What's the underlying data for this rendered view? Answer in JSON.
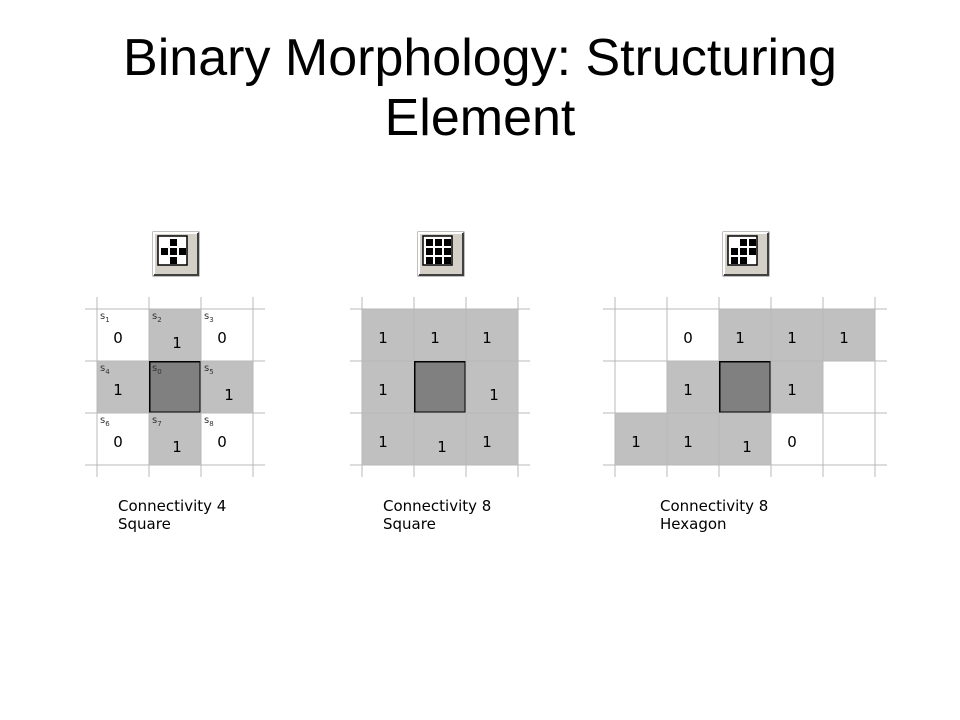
{
  "slide": {
    "title_line1": "Binary Morphology: Structuring",
    "title_line2": "Element"
  },
  "colors": {
    "cell_one": "#c0c0c0",
    "cell_zero": "#ffffff",
    "center": "#808080",
    "grid_line": "#b8b8b8"
  },
  "panels": [
    {
      "icon": "structuring-element-cross-icon",
      "caption_line1": "Connectivity 4",
      "caption_line2": "Square",
      "show_labels": true,
      "cells": [
        {
          "r": 0,
          "c": 0,
          "v": "0",
          "fill": false,
          "label": "s",
          "sub": "1",
          "offset": "left"
        },
        {
          "r": 0,
          "c": 1,
          "v": "1",
          "fill": true,
          "label": "s",
          "sub": "2",
          "offset": "center"
        },
        {
          "r": 0,
          "c": 2,
          "v": "0",
          "fill": false,
          "label": "s",
          "sub": "3",
          "offset": "left"
        },
        {
          "r": 1,
          "c": 0,
          "v": "1",
          "fill": true,
          "label": "s",
          "sub": "4",
          "offset": "left"
        },
        {
          "r": 1,
          "c": 1,
          "v": "",
          "fill": true,
          "center": true,
          "label": "s",
          "sub": "0"
        },
        {
          "r": 1,
          "c": 2,
          "v": "1",
          "fill": true,
          "label": "s",
          "sub": "5",
          "offset": "center"
        },
        {
          "r": 2,
          "c": 0,
          "v": "0",
          "fill": false,
          "label": "s",
          "sub": "6",
          "offset": "left"
        },
        {
          "r": 2,
          "c": 1,
          "v": "1",
          "fill": true,
          "label": "s",
          "sub": "7",
          "offset": "center"
        },
        {
          "r": 2,
          "c": 2,
          "v": "0",
          "fill": false,
          "label": "s",
          "sub": "8",
          "offset": "left"
        }
      ]
    },
    {
      "icon": "structuring-element-square-icon",
      "caption_line1": "Connectivity 8",
      "caption_line2": "Square",
      "show_labels": false,
      "cells": [
        {
          "r": 0,
          "c": 0,
          "v": "1",
          "fill": true,
          "offset": "left"
        },
        {
          "r": 0,
          "c": 1,
          "v": "1",
          "fill": true,
          "offset": "left"
        },
        {
          "r": 0,
          "c": 2,
          "v": "1",
          "fill": true,
          "offset": "left"
        },
        {
          "r": 1,
          "c": 0,
          "v": "1",
          "fill": true,
          "offset": "left"
        },
        {
          "r": 1,
          "c": 1,
          "v": "",
          "fill": true,
          "center": true
        },
        {
          "r": 1,
          "c": 2,
          "v": "1",
          "fill": true,
          "offset": "center"
        },
        {
          "r": 2,
          "c": 0,
          "v": "1",
          "fill": true,
          "offset": "left"
        },
        {
          "r": 2,
          "c": 1,
          "v": "1",
          "fill": true,
          "offset": "center"
        },
        {
          "r": 2,
          "c": 2,
          "v": "1",
          "fill": true,
          "offset": "left"
        }
      ]
    },
    {
      "icon": "structuring-element-hexagon-icon",
      "caption_line1": "Connectivity 8",
      "caption_line2": "Hexagon",
      "show_labels": false,
      "cells": [
        {
          "r": 0,
          "c": 0,
          "v": "0",
          "fill": false,
          "offset": "left"
        },
        {
          "r": 0,
          "c": 1,
          "v": "1",
          "fill": true,
          "offset": "left"
        },
        {
          "r": 0,
          "c": 2,
          "v": "1",
          "fill": true,
          "offset": "left"
        },
        {
          "r": 0,
          "c": 3,
          "v": "1",
          "fill": true,
          "offset": "left"
        },
        {
          "r": 1,
          "c": 0,
          "v": "1",
          "fill": true,
          "offset": "left"
        },
        {
          "r": 1,
          "c": 1,
          "v": "",
          "fill": true,
          "center": true
        },
        {
          "r": 1,
          "c": 2,
          "v": "1",
          "fill": true,
          "offset": "left"
        },
        {
          "r": 2,
          "c": -1,
          "v": "1",
          "fill": true,
          "offset": "left"
        },
        {
          "r": 2,
          "c": 0,
          "v": "1",
          "fill": true,
          "offset": "left"
        },
        {
          "r": 2,
          "c": 1,
          "v": "1",
          "fill": true,
          "offset": "center"
        },
        {
          "r": 2,
          "c": 2,
          "v": "0",
          "fill": false,
          "offset": "left"
        }
      ]
    }
  ]
}
